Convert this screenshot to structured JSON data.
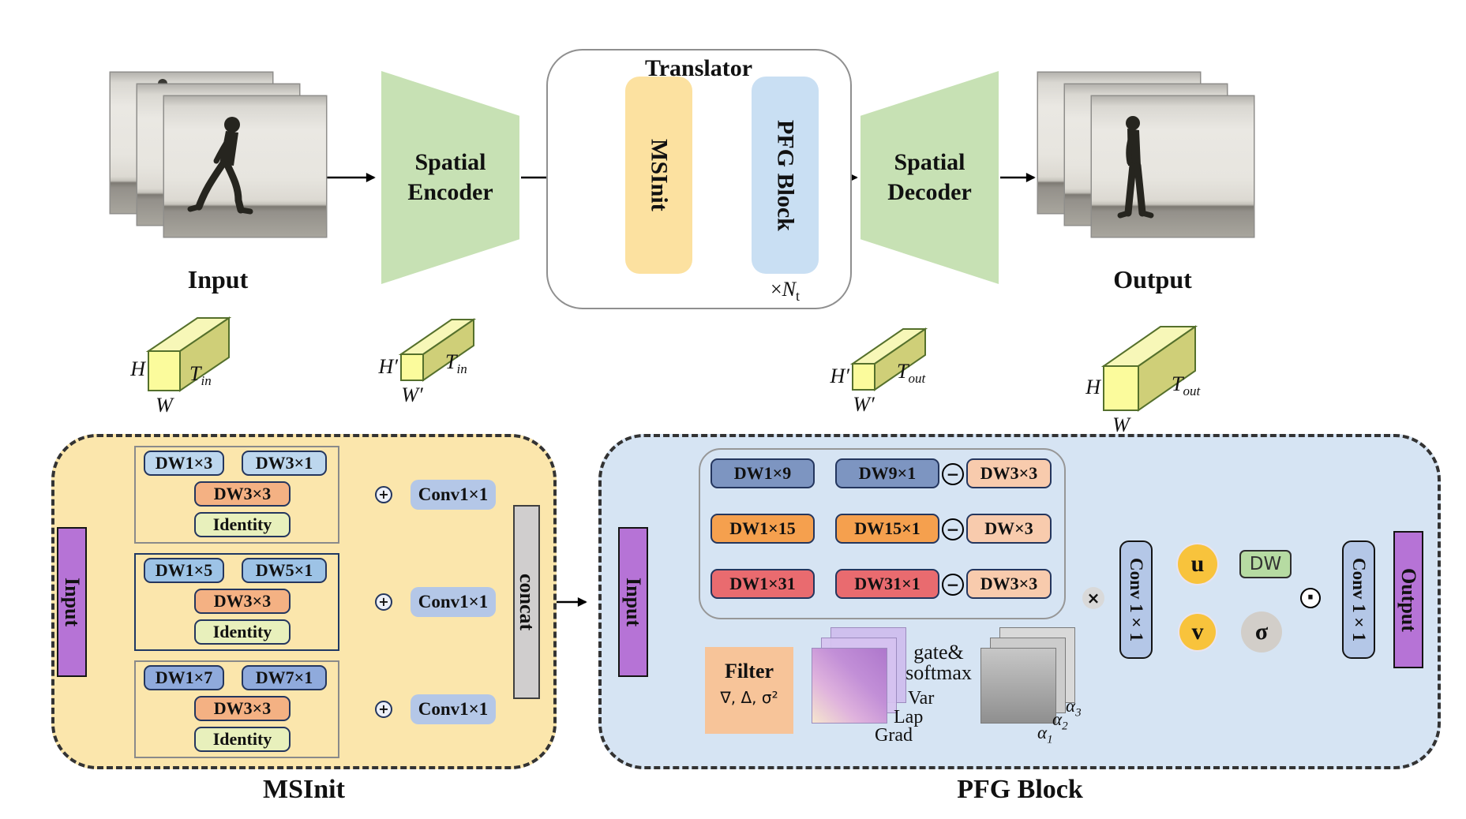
{
  "palette": {
    "encoder_green": "#C7E1B4",
    "translator_msinit_yellow": "#FCE1A0",
    "translator_pfg_blue": "#C9DFF3",
    "msinit_panel_yellow": "#FBE6AC",
    "pfg_panel_blue": "#D6E4F3",
    "purple_bar": "#B673D6",
    "conv_lavender": "#B4C7E7",
    "dw_light_blue": "#BDD7EE",
    "dw_mid_blue": "#9DC3E6",
    "dw_periwinkle": "#8FAADC",
    "dw_slate_blue": "#7D95C1",
    "dw_orange": "#F5A04E",
    "dw_red": "#E96B6F",
    "dw33_orange": "#F4B183",
    "dw33_peach": "#F8CBAD",
    "identity_green": "#E8F0BC",
    "concat_gray": "#D0CECE",
    "filter_peach": "#F7C499",
    "uv_gold": "#F8C33C",
    "sigma_gray": "#D2CEC9",
    "dw_green": "#B6DBA2",
    "tensor_yellow": "#FBFB9C",
    "multiply_gray": "#D9D9D9"
  },
  "pipeline": {
    "input_label": "Input",
    "encoder_line1": "Spatial",
    "encoder_line2": "Encoder",
    "translator_title": "Translator",
    "msinit_label": "MSInit",
    "pfg_label": "PFG Block",
    "repeat": {
      "times": "×",
      "n": "N",
      "sub": "t"
    },
    "decoder_line1": "Spatial",
    "decoder_line2": "Decoder",
    "output_label": "Output"
  },
  "tensors": [
    {
      "h": "H",
      "w": "W",
      "t": "T",
      "t_sub": "in"
    },
    {
      "h": "H′",
      "w": "W′",
      "t": "T",
      "t_sub": "in"
    },
    {
      "h": "H′",
      "w": "W′",
      "t": "T",
      "t_sub": "out"
    },
    {
      "h": "H",
      "w": "W",
      "t": "T",
      "t_sub": "out"
    }
  ],
  "msinit": {
    "title": "MSInit",
    "input_label": "Input",
    "concat_label": "concat",
    "groups": [
      {
        "a": "DW1×3",
        "b": "DW3×1",
        "mid": "DW3×3",
        "identity": "Identity",
        "conv": "Conv1×1"
      },
      {
        "a": "DW1×5",
        "b": "DW5×1",
        "mid": "DW3×3",
        "identity": "Identity",
        "conv": "Conv1×1"
      },
      {
        "a": "DW1×7",
        "b": "DW7×1",
        "mid": "DW3×3",
        "identity": "Identity",
        "conv": "Conv1×1"
      }
    ]
  },
  "pfg": {
    "title": "PFG Block",
    "input_label": "Input",
    "rows": [
      {
        "a": "DW1×9",
        "b": "DW9×1",
        "c": "DW3×3"
      },
      {
        "a": "DW1×15",
        "b": "DW15×1",
        "c": "DW×3"
      },
      {
        "a": "DW1×31",
        "b": "DW31×1",
        "c": "DW3×3"
      }
    ],
    "filter_title": "Filter",
    "filter_ops": "∇, Δ, σ²",
    "gate_line1": "gate&",
    "gate_line2": "softmax",
    "map_labels": [
      "Var",
      "Lap",
      "Grad"
    ],
    "alphas": [
      {
        "b": "α",
        "s": "1"
      },
      {
        "b": "α",
        "s": "2"
      },
      {
        "b": "α",
        "s": "3"
      }
    ],
    "conv1": "Conv 1×1",
    "conv2": "Conv 1×1",
    "u_label": "u",
    "v_label": "v",
    "dw_label": "DW",
    "sigma_label": "σ",
    "output_label": "Output"
  },
  "operators": {
    "plus": "+",
    "minus": "−",
    "times": "×",
    "dot": "·"
  }
}
